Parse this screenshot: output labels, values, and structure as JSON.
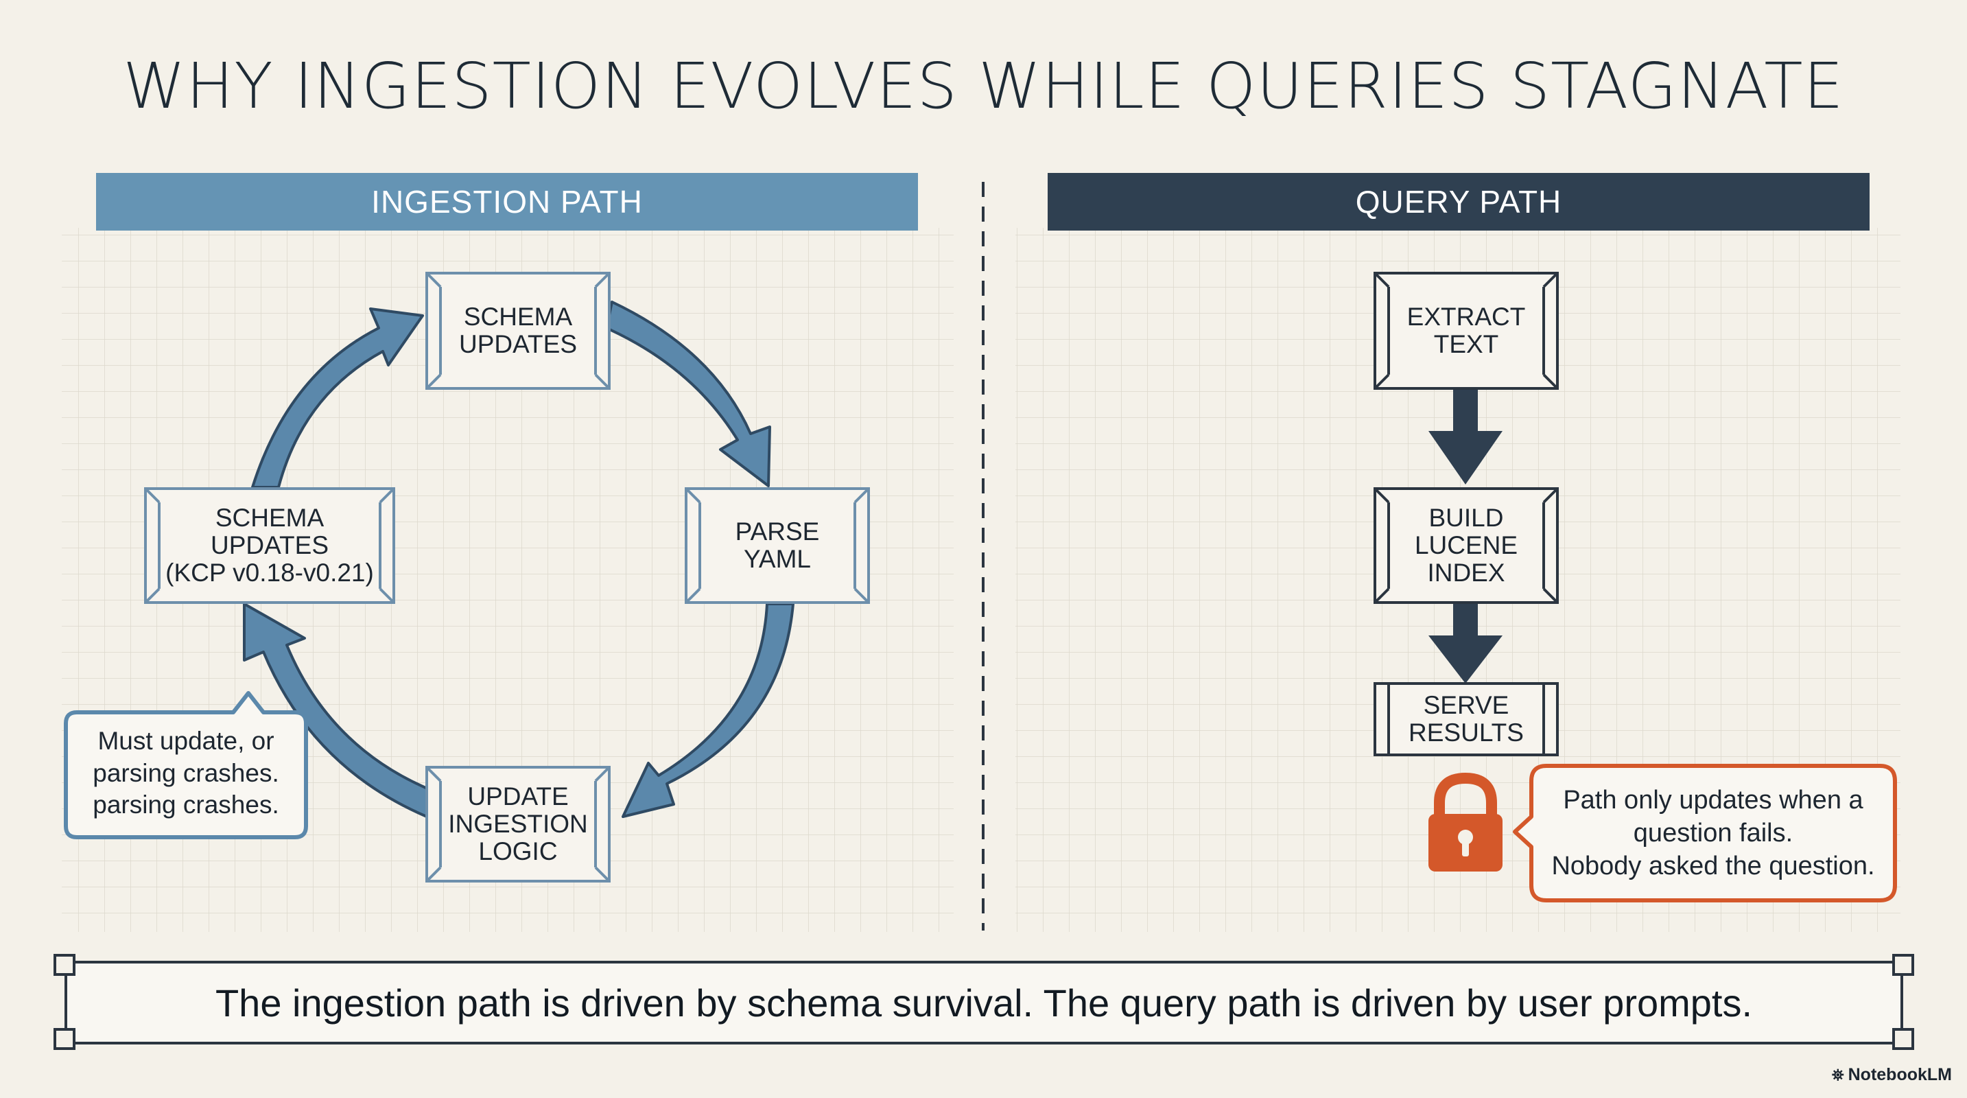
{
  "title": "WHY INGESTION EVOLVES WHILE QUERIES STAGNATE",
  "ingestion_path": {
    "header": "INGESTION PATH",
    "nodes": {
      "schema_updates": "SCHEMA\nUPDATES",
      "parse_yaml": "PARSE\nYAML",
      "update_ingestion_logic": "UPDATE\nINGESTION\nLOGIC",
      "schema_updates_kcp": "SCHEMA UPDATES\n(KCP v0.18-v0.21)"
    },
    "callout": "Must update, or\nparsing crashes.\nparsing crashes."
  },
  "query_path": {
    "header": "QUERY PATH",
    "nodes": {
      "extract_text": "EXTRACT\nTEXT",
      "build_lucene_index": "BUILD\nLUCENE\nINDEX",
      "serve_results": "SERVE\nRESULTS"
    },
    "callout": "Path only updates when a\nquestion fails.\nNobody asked the question."
  },
  "summary": "The ingestion path is driven by schema survival. The query path is driven by user prompts.",
  "brand": "NotebookLM",
  "colors": {
    "ingestion_blue": "#6594b4",
    "query_navy": "#2f4051",
    "lock_orange": "#d4582a",
    "background": "#f4f1e9"
  },
  "icons": [
    "lock-icon",
    "notebooklm-logo-icon"
  ]
}
